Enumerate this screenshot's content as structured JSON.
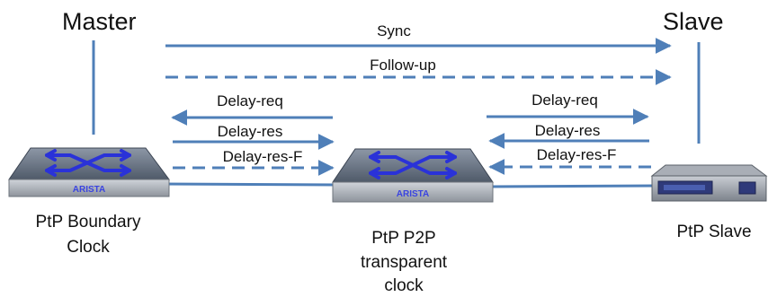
{
  "roles": {
    "master": "Master",
    "slave": "Slave"
  },
  "messages": {
    "sync": "Sync",
    "follow_up": "Follow-up",
    "left": {
      "delay_req": "Delay-req",
      "delay_res": "Delay-res",
      "delay_res_f": "Delay-res-F"
    },
    "right": {
      "delay_req": "Delay-req",
      "delay_res": "Delay-res",
      "delay_res_f": "Delay-res-F"
    }
  },
  "devices": {
    "boundary": {
      "line1": "PtP Boundary",
      "line2": "Clock",
      "brand": "ARISTA"
    },
    "transparent": {
      "line1": "PtP  P2P",
      "line2": "transparent",
      "line3": "clock",
      "brand": "ARISTA"
    },
    "slave": {
      "label": "PtP  Slave"
    }
  },
  "colors": {
    "arrow": "#4f7fb8",
    "switch_top": "#5e6a7a",
    "switch_glyph": "#2a32d8",
    "switch_text": "#3a44e0"
  }
}
